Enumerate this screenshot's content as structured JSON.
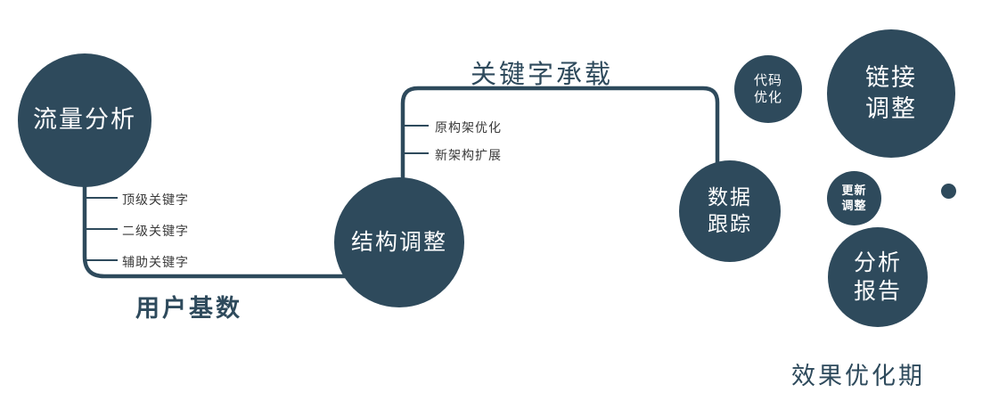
{
  "diagram": {
    "colors": {
      "node_fill": "#2e4a5c",
      "node_text": "#ffffff",
      "connector": "#2e4a5c",
      "branch_label_text": "#3a3a3a",
      "edge_label_text": "#2e4a5c"
    },
    "nodes": {
      "traffic": {
        "label": "流量分析"
      },
      "structure": {
        "label": "结构调整"
      },
      "data_tracking": {
        "line1": "数据",
        "line2": "跟踪"
      },
      "code_opt": {
        "line1": "代码",
        "line2": "优化"
      },
      "link_adjust": {
        "line1": "链接",
        "line2": "调整"
      },
      "update_adjust": {
        "line1": "更新",
        "line2": "调整"
      },
      "analysis_report": {
        "line1": "分析",
        "line2": "报告"
      }
    },
    "edge_labels": {
      "user_base": "用户基数",
      "keyword_bearing": "关键字承载"
    },
    "branches": {
      "traffic_keywords": [
        "顶级关键字",
        "二级关键字",
        "辅助关键字"
      ],
      "structure_items": [
        "原构架优化",
        "新架构扩展"
      ]
    },
    "caption": "效果优化期"
  }
}
